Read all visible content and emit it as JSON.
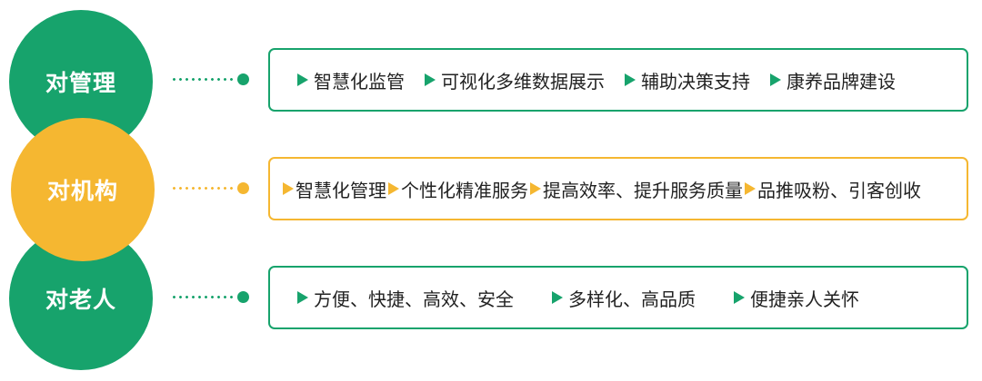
{
  "rows": [
    {
      "label": "对管理",
      "items": [
        "智慧化监管",
        "可视化多维数据展示",
        "辅助决策支持",
        "康养品牌建设"
      ]
    },
    {
      "label": "对机构",
      "items": [
        "智慧化管理",
        "个性化精准服务",
        "提高效率、提升服务质量",
        "品推吸粉、引客创收"
      ]
    },
    {
      "label": "对老人",
      "items": [
        "方便、快捷、高效、安全",
        "多样化、高品质",
        "便捷亲人关怀"
      ]
    }
  ],
  "colors": {
    "green": "#17a36c",
    "yellow": "#f5b731"
  },
  "icons": {
    "bullet": "triangle-right-icon",
    "connector_end": "dot-icon"
  }
}
